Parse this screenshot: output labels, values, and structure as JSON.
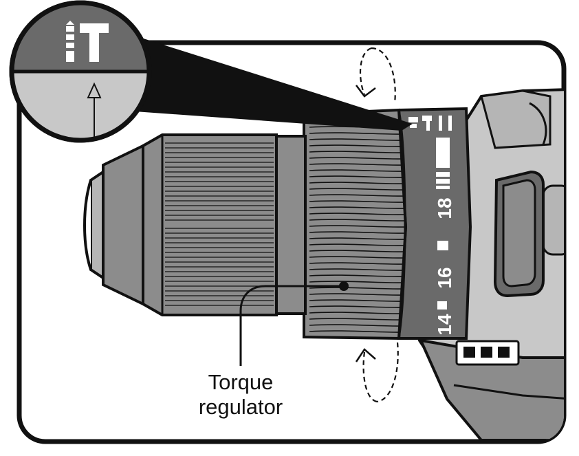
{
  "callout": {
    "line1": "Torque",
    "line2": "regulator"
  },
  "scale_labels": {
    "n14": "14",
    "n16": "16",
    "n18": "18"
  },
  "colors": {
    "stroke": "#111111",
    "light_gray": "#c8c8c8",
    "mid_gray": "#8c8c8c",
    "dark_gray": "#6a6a6a",
    "background": "#ffffff"
  }
}
